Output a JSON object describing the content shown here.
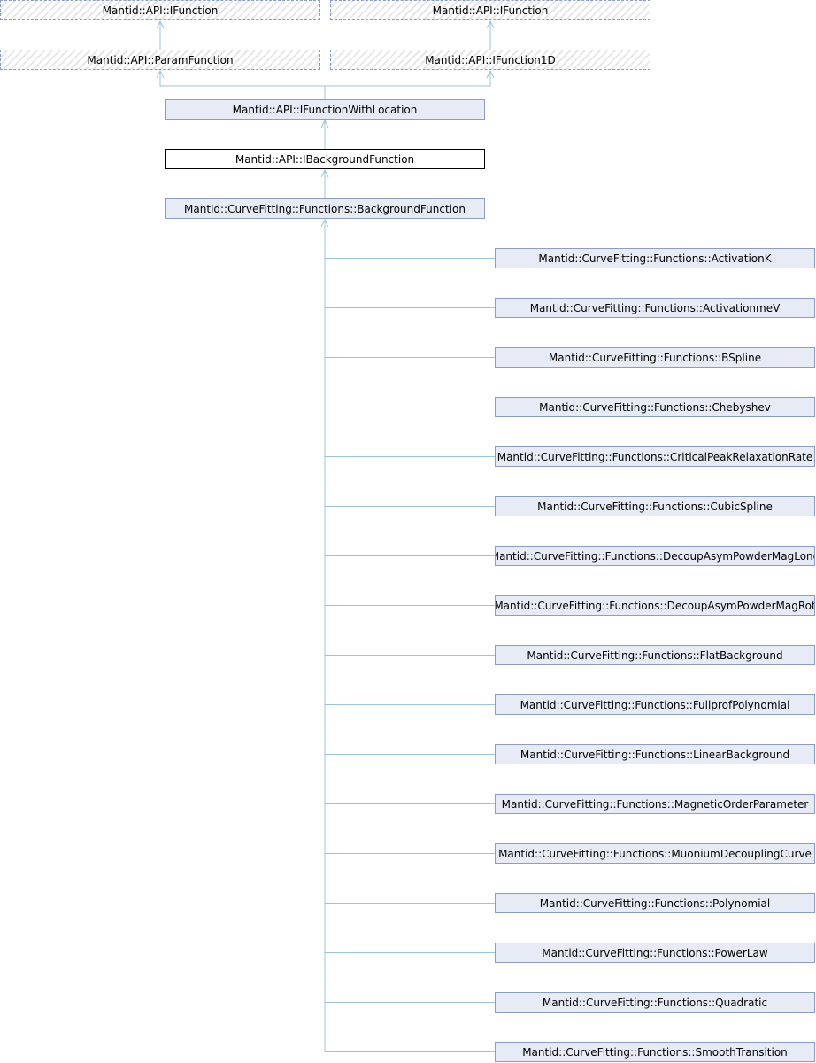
{
  "diagram": {
    "type": "class-inheritance",
    "colors": {
      "edge": "#9cc3d9",
      "node_fill": "#e7ebf5",
      "node_border": "#8b9dc5",
      "current_border": "#000000"
    },
    "top_row": [
      "Mantid::API::IFunction",
      "Mantid::API::IFunction"
    ],
    "second_row": [
      "Mantid::API::ParamFunction",
      "Mantid::API::IFunction1D"
    ],
    "chain": [
      "Mantid::API::IFunctionWithLocation",
      "Mantid::API::IBackgroundFunction",
      "Mantid::CurveFitting::Functions::BackgroundFunction"
    ],
    "children": [
      "Mantid::CurveFitting::Functions::ActivationK",
      "Mantid::CurveFitting::Functions::ActivationmeV",
      "Mantid::CurveFitting::Functions::BSpline",
      "Mantid::CurveFitting::Functions::Chebyshev",
      "Mantid::CurveFitting::Functions::CriticalPeakRelaxationRate",
      "Mantid::CurveFitting::Functions::CubicSpline",
      "Mantid::CurveFitting::Functions::DecoupAsymPowderMagLong",
      "Mantid::CurveFitting::Functions::DecoupAsymPowderMagRot",
      "Mantid::CurveFitting::Functions::FlatBackground",
      "Mantid::CurveFitting::Functions::FullprofPolynomial",
      "Mantid::CurveFitting::Functions::LinearBackground",
      "Mantid::CurveFitting::Functions::MagneticOrderParameter",
      "Mantid::CurveFitting::Functions::MuoniumDecouplingCurve",
      "Mantid::CurveFitting::Functions::Polynomial",
      "Mantid::CurveFitting::Functions::PowerLaw",
      "Mantid::CurveFitting::Functions::Quadratic",
      "Mantid::CurveFitting::Functions::SmoothTransition"
    ]
  }
}
